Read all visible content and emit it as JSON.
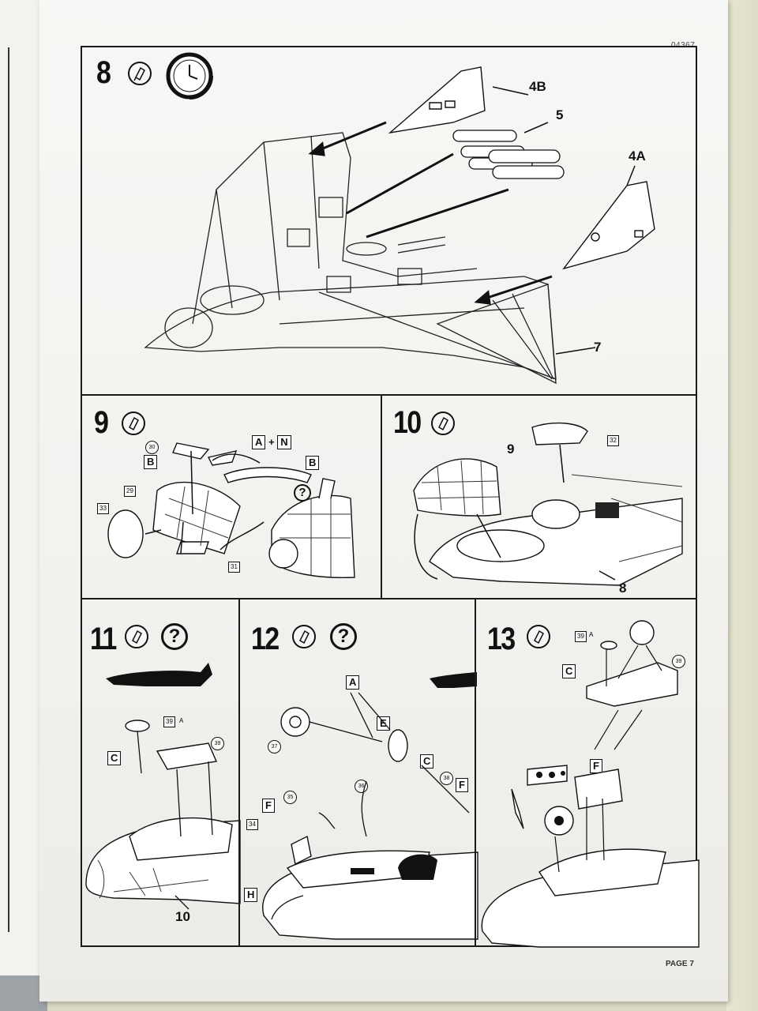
{
  "document": {
    "doc_number": "04367",
    "page_label": "PAGE 7"
  },
  "steps": [
    {
      "number": "8",
      "parts": [
        "4B",
        "5",
        "4A",
        "7"
      ]
    },
    {
      "number": "9",
      "parts": [
        "30",
        "29",
        "33",
        "31"
      ],
      "paint": [
        {
          "left": "A",
          "plus": "+",
          "right": "N"
        }
      ],
      "paint_b": [
        "B",
        "B"
      ]
    },
    {
      "number": "10",
      "parts": [
        "9",
        "32",
        "8"
      ]
    },
    {
      "number": "11",
      "parts": [
        "39",
        "39",
        "10"
      ],
      "suffix": "A",
      "paint": [
        "C"
      ]
    },
    {
      "number": "12",
      "parts": [
        "37",
        "36",
        "35",
        "34",
        "38"
      ],
      "paint": [
        "A",
        "E",
        "C",
        "F",
        "F",
        "H"
      ]
    },
    {
      "number": "13",
      "parts": [
        "39",
        "39"
      ],
      "suffix": "A",
      "paint": [
        "C",
        "F"
      ]
    }
  ],
  "icons": [
    "glue-icon",
    "clock-icon",
    "help-icon"
  ],
  "colors": {
    "ink": "#111111",
    "paper": "#f4f4f1"
  }
}
